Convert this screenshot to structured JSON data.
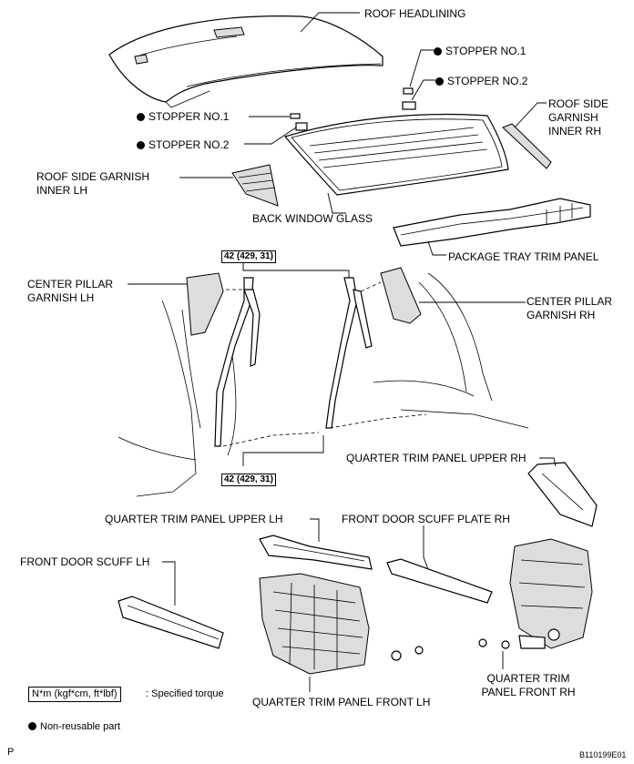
{
  "labels": {
    "roof_headlining": "ROOF HEADLINING",
    "stopper1_top": "STOPPER NO.1",
    "stopper2_top": "STOPPER NO.2",
    "roof_garnish_rh_1": "ROOF SIDE",
    "roof_garnish_rh_2": "GARNISH",
    "roof_garnish_rh_3": "INNER RH",
    "stopper1_left": "STOPPER NO.1",
    "stopper2_left": "STOPPER NO.2",
    "roof_garnish_lh_1": "ROOF SIDE GARNISH",
    "roof_garnish_lh_2": "INNER LH",
    "back_window": "BACK WINDOW GLASS",
    "package_tray": "PACKAGE TRAY TRIM PANEL",
    "center_pillar_lh_1": "CENTER PILLAR",
    "center_pillar_lh_2": "GARNISH LH",
    "center_pillar_rh_1": "CENTER PILLAR",
    "center_pillar_rh_2": "GARNISH RH",
    "quarter_upper_rh": "QUARTER TRIM PANEL UPPER RH",
    "quarter_upper_lh": "QUARTER TRIM PANEL UPPER LH",
    "front_scuff_rh": "FRONT DOOR SCUFF PLATE RH",
    "front_scuff_lh": "FRONT DOOR SCUFF LH",
    "quarter_front_rh_1": "QUARTER TRIM",
    "quarter_front_rh_2": "PANEL FRONT RH",
    "quarter_front_lh": "QUARTER TRIM PANEL FRONT LH"
  },
  "torque": {
    "upper": "42 (429, 31)",
    "lower": "42 (429, 31)"
  },
  "legend": {
    "torque_box": "N*m (kgf*cm, ft*lbf)",
    "torque_text": ": Specified torque",
    "nonreusable": "Non-reusable part"
  },
  "corner": {
    "left": "P",
    "right": "B110199E01"
  }
}
